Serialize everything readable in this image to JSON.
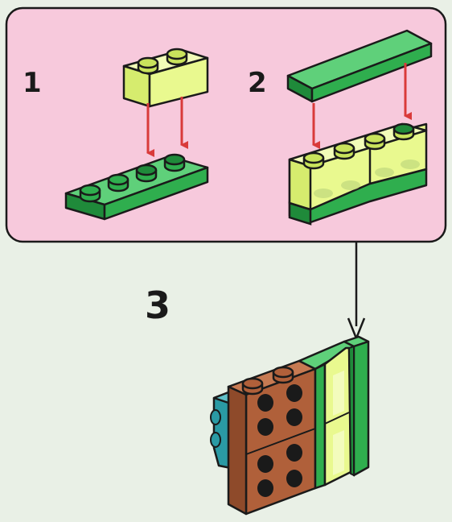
{
  "steps": [
    {
      "number": "1"
    },
    {
      "number": "2"
    },
    {
      "number": "3"
    }
  ],
  "colors": {
    "background": "#e9f0e6",
    "panel": "#f7c9dc",
    "outline": "#1a1a1a",
    "green_plate": "#2fae4e",
    "green_dark": "#1f8a3a",
    "trans_yellow": "#e9f98f",
    "trans_yellow_dark": "#c9e35c",
    "brown": "#b0603a",
    "brown_dark": "#8e4a2a",
    "teal": "#2a9aa4",
    "arrow_red": "#d93a3a",
    "arrow_black": "#1a1a1a"
  }
}
